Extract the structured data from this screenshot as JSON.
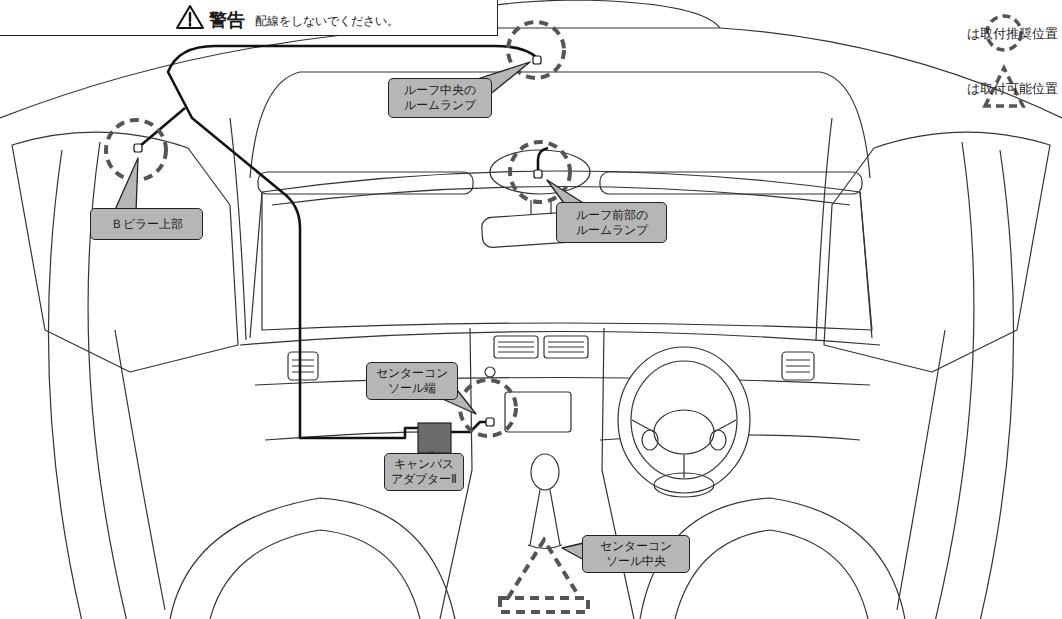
{
  "diagram": {
    "nodes": [
      {
        "text": [
          "警告",
          "配線をしないでください。"
        ]
      },
      {
        "text": [
          "ルーフ中央の ルームランプ"
        ]
      },
      {
        "text": [
          "Ｂピラー上部"
        ]
      },
      {
        "text": [
          "ルーフ前部の ルームランプ"
        ]
      },
      {
        "text": [
          "センターコン ソール端"
        ]
      },
      {
        "text": [
          "キャンバス アダプターⅡ"
        ]
      },
      {
        "text": [
          "センターコン ソール中央"
        ]
      }
    ],
    "legend": [
      {
        "text": "は取付推奨位置"
      },
      {
        "text": "は取付可能位置"
      }
    ]
  }
}
